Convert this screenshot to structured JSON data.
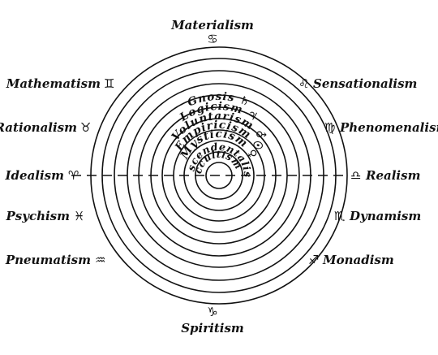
{
  "diagram": {
    "outer_labels": {
      "top": "Materialism",
      "upper_right": "Sensationalism",
      "right_high": "Phenomenalism",
      "right": "Realism",
      "right_low": "Dynamism",
      "lower_right": "Monadism",
      "bottom": "Spiritism",
      "lower_left": "Pneumatism",
      "left_low": "Psychism",
      "left": "Idealism",
      "left_high": "Rationalism",
      "upper_left": "Mathematism"
    },
    "zodiac_symbols": {
      "top": "♋",
      "upper_right": "♌",
      "right_high": "♍",
      "right": "♎",
      "right_low": "♏",
      "lower_right": "♐",
      "bottom": "♑",
      "lower_left": "♒",
      "left_low": "♓",
      "left": "♈",
      "left_high": "♉",
      "upper_left": "♊"
    },
    "ring_labels": [
      "Gnosis ♄",
      "Logicism ♃",
      "Voluntarism ♂",
      "Empiricism ☉",
      "Mysticism ♀",
      "Transcendentalism ☿",
      "Occultism ☾"
    ]
  }
}
